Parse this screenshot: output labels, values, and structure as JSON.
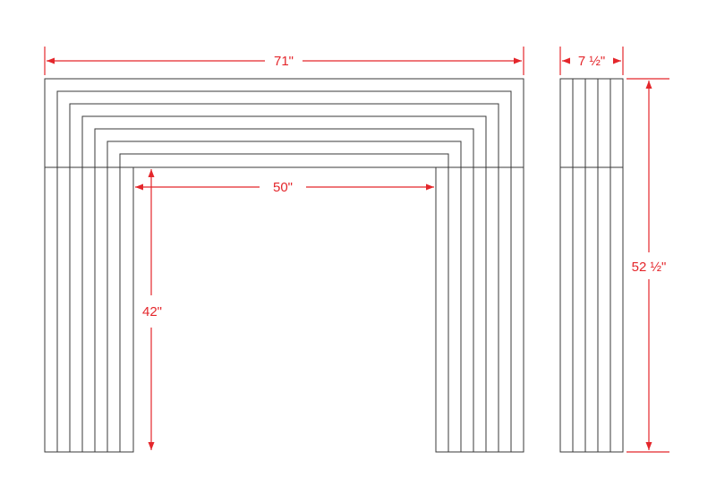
{
  "colors": {
    "line": "#3a3a3a",
    "dimension": "#e4262b",
    "background": "#ffffff"
  },
  "dimensions": {
    "overall_width": "71\"",
    "depth": "7 ½\"",
    "opening_width": "50\"",
    "opening_height": "42\"",
    "overall_height": "52 ½\""
  }
}
